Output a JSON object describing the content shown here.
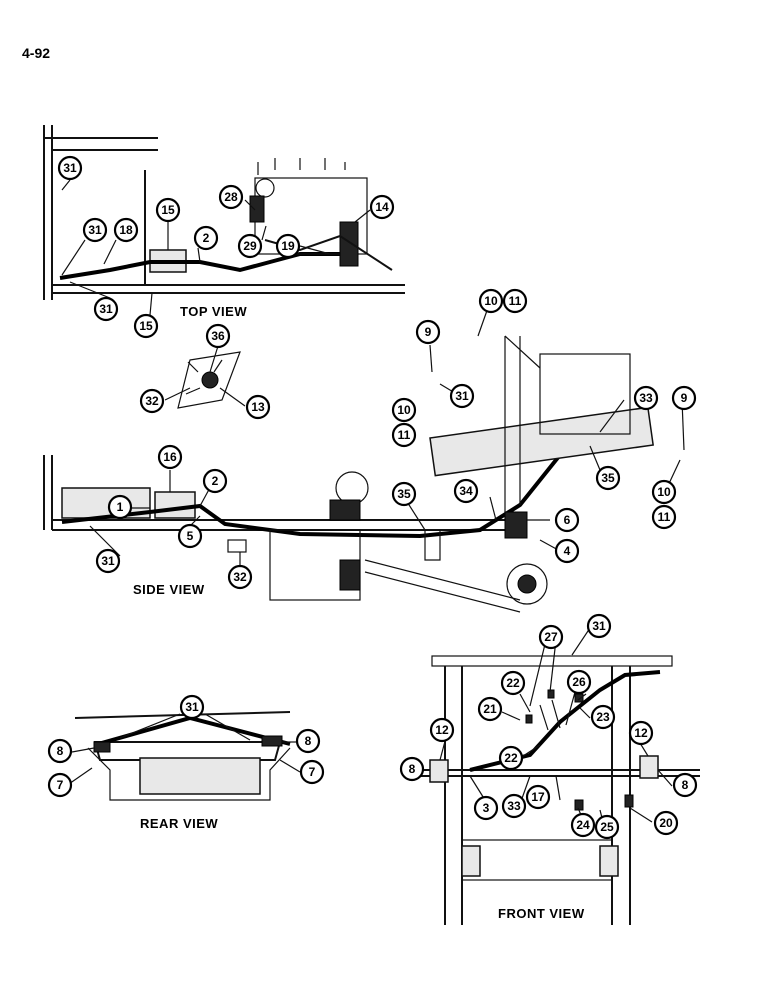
{
  "page_number": "4-92",
  "views": {
    "top": "TOP VIEW",
    "side": "SIDE VIEW",
    "rear": "REAR VIEW",
    "front": "FRONT VIEW"
  },
  "callouts": {
    "c1": "31",
    "c2": "31",
    "c3": "18",
    "c4": "15",
    "c5": "2",
    "c6": "28",
    "c7": "14",
    "c8": "29",
    "c9": "19",
    "c10": "31",
    "c11": "15",
    "c12": "36",
    "c13": "32",
    "c14": "13",
    "c15": "10",
    "c16": "11",
    "c17": "9",
    "c18": "31",
    "c19": "10",
    "c20": "11",
    "c21": "33",
    "c22": "9",
    "c23": "35",
    "c24": "10",
    "c25": "11",
    "c26": "16",
    "c27": "2",
    "c28": "1",
    "c29": "31",
    "c30": "5",
    "c31": "32",
    "c32": "35",
    "c33": "34",
    "c34": "6",
    "c35": "4",
    "c36": "31",
    "c37": "8",
    "c38": "8",
    "c39": "7",
    "c40": "7",
    "c41": "27",
    "c42": "31",
    "c43": "22",
    "c44": "26",
    "c45": "21",
    "c46": "23",
    "c47": "12",
    "c48": "12",
    "c49": "22",
    "c50": "8",
    "c51": "8",
    "c52": "3",
    "c53": "33",
    "c54": "17",
    "c55": "24",
    "c56": "25",
    "c57": "20"
  }
}
